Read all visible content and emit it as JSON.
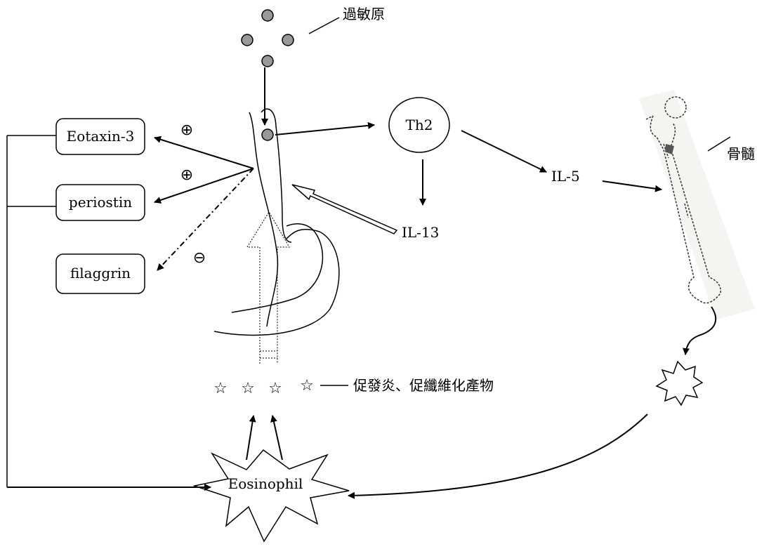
{
  "labels": {
    "allergen": "過敏原",
    "th2": "Th2",
    "il5": "IL-5",
    "il13": "IL-13",
    "bone_marrow": "骨髓",
    "eotaxin": "Eotaxin-3",
    "periostin": "periostin",
    "filaggrin": "filaggrin",
    "eosinophil": "Eosinophil",
    "products": "促發炎、促纖維化產物"
  },
  "signs": {
    "eotaxin": "⊕",
    "periostin": "⊕",
    "filaggrin": "⊖"
  },
  "symbols": {
    "star": "☆",
    "legend_dash": "—"
  },
  "icons": {
    "allergen_particle": "filled-circle",
    "eosinophil_shape": "starburst",
    "bone_marrow_cell": "starburst",
    "bone": "femur-sketch"
  },
  "colors": {
    "particle_fill": "#999999",
    "stroke": "#000000"
  }
}
